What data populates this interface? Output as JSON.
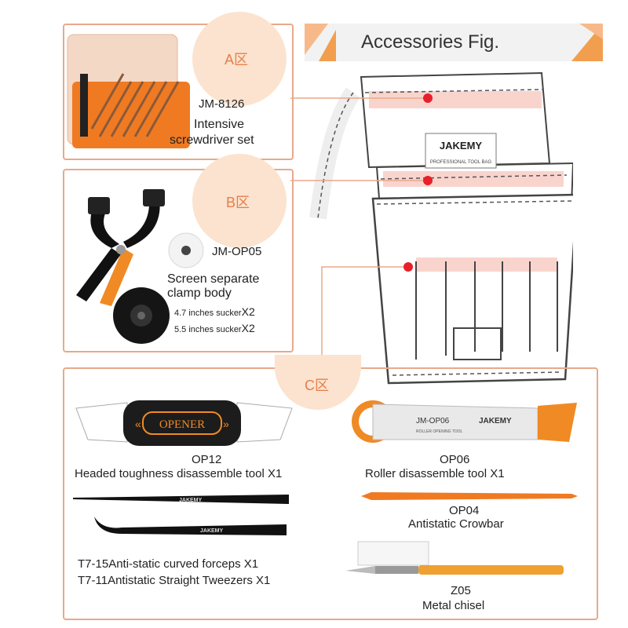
{
  "header": {
    "title": "Accessories Fig."
  },
  "zones": [
    {
      "id": "A",
      "label": "A区"
    },
    {
      "id": "B",
      "label": "B区"
    },
    {
      "id": "C",
      "label": "C区"
    }
  ],
  "bag": {
    "brand": "JAKEMY",
    "tagline": "PROFESSIONAL TOOL BAG"
  },
  "zone_a": {
    "model": "JM-8126",
    "name_line1": "Intensive",
    "name_line2": "screwdriver set"
  },
  "zone_b": {
    "model": "JM-OP05",
    "name_line1": "Screen separate",
    "name_line2": "clamp body",
    "sucker1_text": "4.7 inches sucker",
    "sucker1_qty": "X2",
    "sucker2_text": "5.5 inches sucker",
    "sucker2_qty": "X2"
  },
  "zone_c": {
    "op12_code": "OP12",
    "op12_name": "Headed toughness disassemble tool X1",
    "op12_print": "OPENER",
    "op06_code": "OP06",
    "op06_name": "Roller disassemble tool X1",
    "op06_print": "JM-OP06",
    "op06_brand": "JAKEMY",
    "op06_subprint": "ROLLER OPENING TOOL",
    "op04_code": "OP04",
    "op04_name": "Antistatic Crowbar",
    "tweezer_brand": "JAKEMY",
    "t715_code": "T7-15",
    "t715_name": "Anti-static curved forceps X1",
    "t711_code": "T7-11",
    "t711_name": "Antistatic Straight Tweezers X1",
    "z05_code": "Z05",
    "z05_name": "Metal chisel"
  },
  "colors": {
    "accent": "#e67e4a",
    "border": "#e8a98a",
    "zone_fill": "#fbe3cf",
    "tool_orange": "#f08a24",
    "marker_red": "#e8202a"
  }
}
